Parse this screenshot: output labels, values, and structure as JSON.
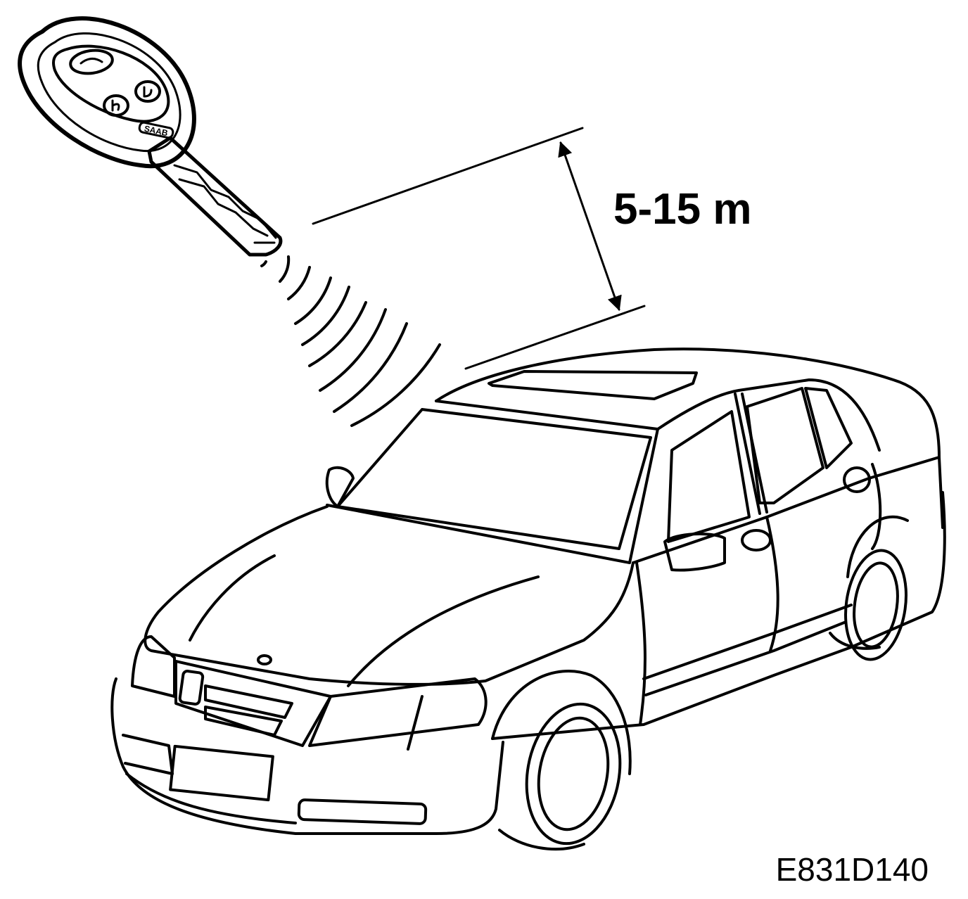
{
  "diagram": {
    "range_label": "5-15 m",
    "figure_code": "E831D140",
    "key_badge": "SAAB"
  },
  "icons": {
    "key": "remote-key-fob-icon",
    "signal": "radio-signal-waves-icon",
    "car": "sedan-car-icon",
    "arrow": "double-headed-arrow-icon"
  },
  "colors": {
    "line": "#000000",
    "background": "#ffffff"
  }
}
